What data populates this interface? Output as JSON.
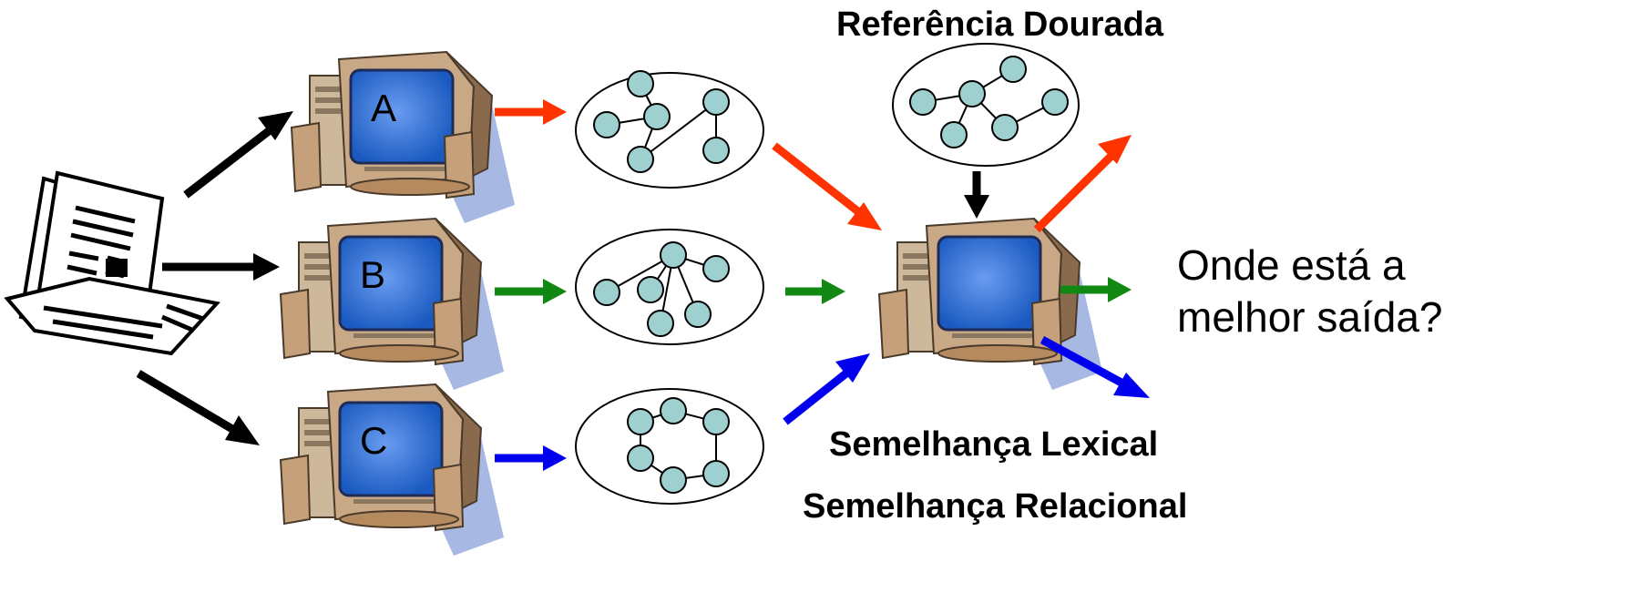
{
  "title_gold": "Referência Dourada",
  "question": [
    "Onde está a",
    "melhor saída?"
  ],
  "label_lexical": "Semelhança Lexical",
  "label_relational": "Semelhança Relacional",
  "systems": [
    {
      "letter": "A",
      "color": "#ff3300"
    },
    {
      "letter": "B",
      "color": "#118811"
    },
    {
      "letter": "C",
      "color": "#0000ee"
    }
  ],
  "colors": {
    "node_fill": "#9ed0d0",
    "screen": "#2a6fd0",
    "monitor_body": "#c9a886",
    "shadow": "#a7b9e3",
    "arrow_input": "#000000"
  },
  "icons": [
    "newspaper-icon",
    "computer-icon",
    "graph-icon",
    "arrow-icon"
  ]
}
